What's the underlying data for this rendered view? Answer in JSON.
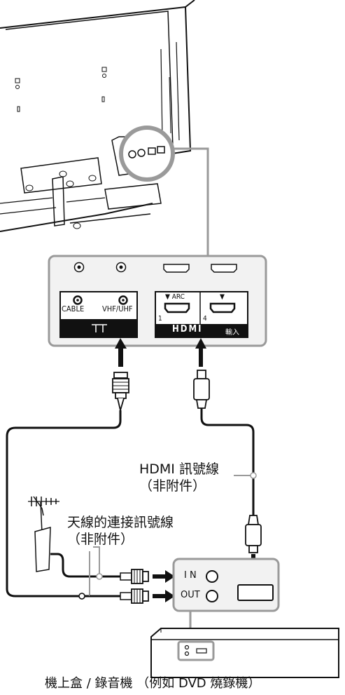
{
  "panel": {
    "cable_label": "CABLE",
    "vhf_label": "VHF/UHF",
    "arc_label": "▼ ARC",
    "port2_label": "▼",
    "port_num_1": "1",
    "port_num_4": "4",
    "hdmi_logo": "HDMI",
    "hdmi_input": "輸入"
  },
  "labels": {
    "hdmi_cable": "HDMI 訊號線",
    "hdmi_cable_note": "（非附件）",
    "antenna_cable": "天線的連接訊號線",
    "antenna_cable_note": "（非附件）",
    "device_caption": "機上盒 / 錄音機 （例如 DVD 燒錄機）"
  },
  "device": {
    "in_label": "I N",
    "out_label": "OUT"
  },
  "colors": {
    "line": "#111111",
    "panel_border": "#9a9a9a",
    "panel_fill": "#f2f2f2",
    "plate_fill": "#111111"
  }
}
